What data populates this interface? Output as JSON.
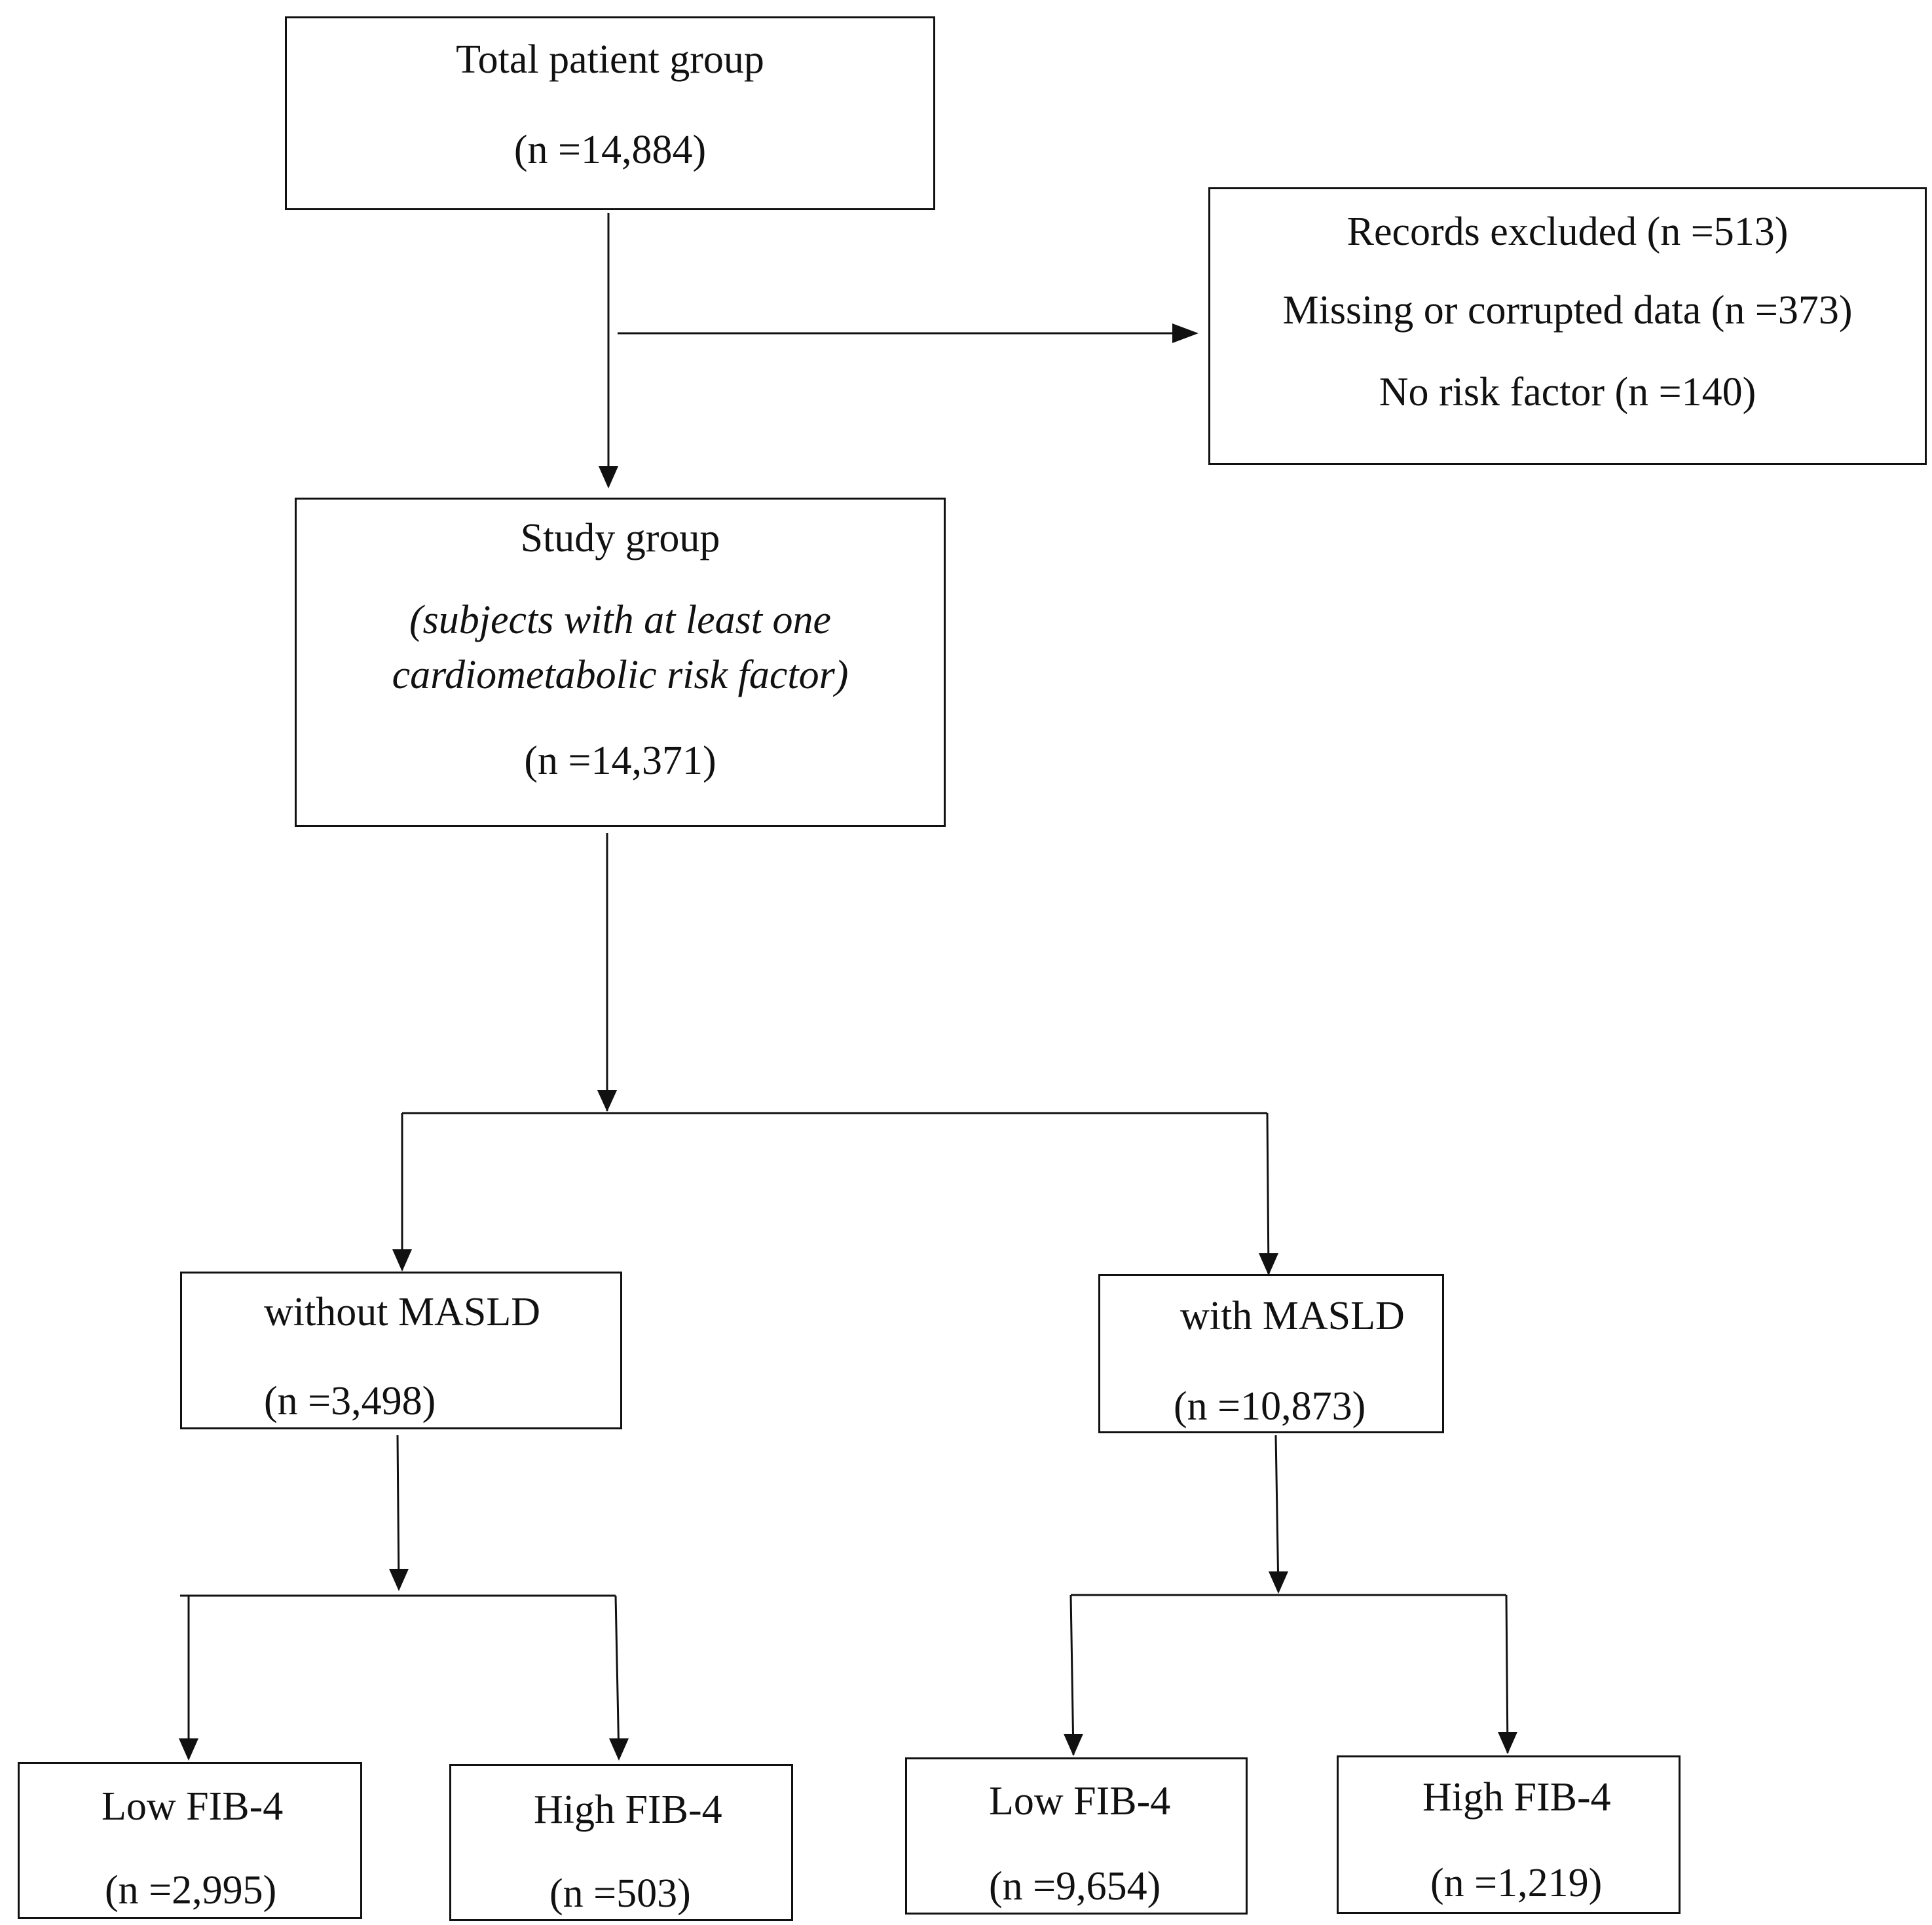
{
  "total": {
    "title": "Total patient group",
    "n": "(n =14,884)"
  },
  "excluded": {
    "title": "Records excluded (n =513)",
    "missing": "Missing or corrupted data (n =373)",
    "no_risk": "No risk factor (n =140)"
  },
  "study": {
    "title": "Study group",
    "desc_line1": "(subjects with at least one",
    "desc_line2": "cardiometabolic risk factor)",
    "n": "(n =14,371)"
  },
  "without_masld": {
    "title": "without MASLD",
    "n": "(n =3,498)"
  },
  "with_masld": {
    "title": "with MASLD",
    "n": "(n =10,873)"
  },
  "wo_low": {
    "title": "Low FIB-4",
    "n": "(n =2,995)"
  },
  "wo_high": {
    "title": "High FIB-4",
    "n": "(n =503)"
  },
  "w_low": {
    "title": "Low FIB-4",
    "n": "(n =9,654)"
  },
  "w_high": {
    "title": "High FIB-4",
    "n": "(n =1,219)"
  }
}
